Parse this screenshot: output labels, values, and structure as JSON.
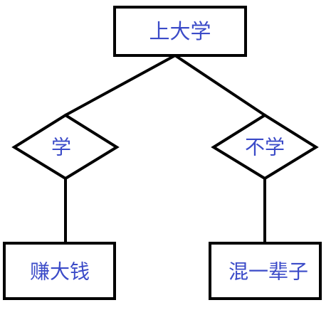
{
  "diagram": {
    "root": {
      "label": "上大学"
    },
    "decisions": [
      {
        "label": "学"
      },
      {
        "label": "不学"
      }
    ],
    "outcomes": [
      {
        "label": "赚大钱"
      },
      {
        "label": "混一辈子"
      }
    ]
  },
  "colors": {
    "stroke": "#000000",
    "text": "#3b4bc8",
    "background": "#ffffff"
  }
}
